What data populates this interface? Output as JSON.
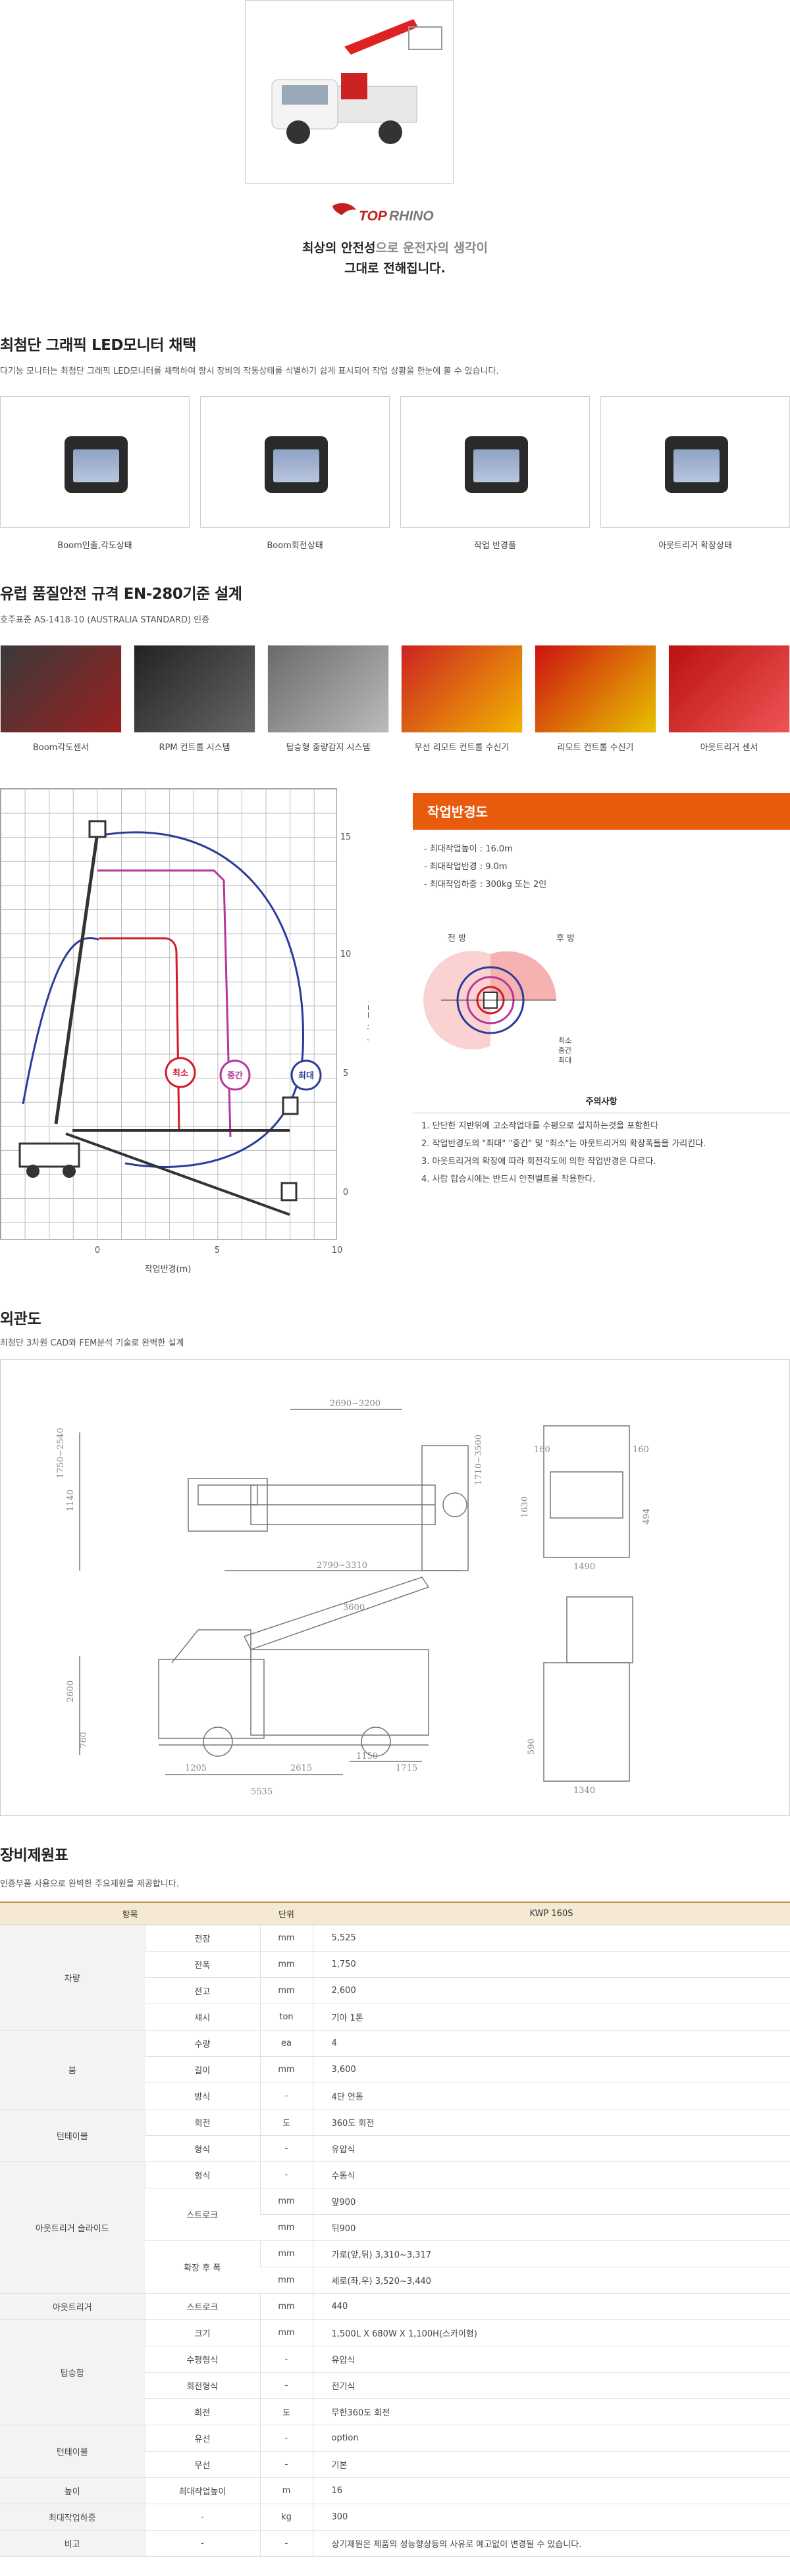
{
  "brand": {
    "logo_text": "TOPRHINO"
  },
  "slogan": {
    "line1_a": "최상의 안전성",
    "line1_b": "으로 운전자의 생각이",
    "line2": "그대로 전해집니다."
  },
  "monitor": {
    "title": "최첨단 그래픽 LED모니터 채택",
    "desc": "다기능 모니터는 최첨단 그래픽 LED모니터를 채택하여 항시 장비의 작동상태를 식별하기 쉽게 표시되어 작업 상황을 한눈에 볼 수 있습니다.",
    "items": [
      "Boom인출,각도상태",
      "Boom회전상태",
      "작업 반경풀",
      "아웃트리거 확장상태"
    ]
  },
  "safety": {
    "title": "유럽 품질안전 규격 EN-280기준 설계",
    "desc": "호주표준 AS-1418-10 (AUSTRALIA STANDARD) 인증",
    "items": [
      "Boom각도센서",
      "RPM 컨트롤 시스템",
      "탑승형 중량감지 시스템",
      "무선 리모트 컨트롤 수신기",
      "리모트 컨트롤 수신기",
      "아웃트리거 센서"
    ]
  },
  "workchart": {
    "y_ticks": [
      "15",
      "10",
      "5",
      "0"
    ],
    "x_ticks": [
      "0",
      "5",
      "10"
    ],
    "ylabel": "작업높이(m)",
    "xlabel": "작업반경(m)",
    "labels": [
      "최소",
      "중간",
      "최대"
    ]
  },
  "chart_data": {
    "type": "diagram",
    "xlabel": "작업반경(m)",
    "ylabel": "작업높이(m)",
    "x_ticks": [
      0,
      5,
      10
    ],
    "y_ticks": [
      0,
      5,
      10,
      15
    ],
    "series": [
      {
        "name": "최소"
      },
      {
        "name": "중간"
      },
      {
        "name": "최대"
      }
    ]
  },
  "workrange": {
    "title": "작업반경도",
    "specs": [
      "- 최대작업높이 : 16.0m",
      "- 최대작업반경 : 9.0m",
      "- 최대작업하중 : 300kg 또는 2인"
    ],
    "front": "전 방",
    "rear": "후 방",
    "legend": [
      "최소",
      "중간",
      "최대"
    ],
    "notes_title": "주의사항",
    "notes": [
      "1. 단단한 지반위에 고소작업대를 수평으로 설치하는것을 포함한다",
      "2. 작업반경도의 \"최대\" \"중간\" 및 \"최소\"는 아웃트리거의 확장폭들을 가리킨다.",
      "3. 아웃트리거의 확장에 따라 회전각도에 의한 작업반경은 다르다.",
      "4. 사람 탑승시에는 반드시 안전벨트를 착용한다."
    ]
  },
  "drawing": {
    "title": "외관도",
    "desc": "최첨단 3차원 CAD와 FEM분석 기술로 완벽한 설계",
    "dims": [
      "2690~3200",
      "2790~3310",
      "1750~2540",
      "1140",
      "1710~3500",
      "2600",
      "760",
      "3600",
      "1205",
      "2615",
      "5535",
      "1150",
      "1715",
      "1490",
      "1340",
      "1630",
      "590",
      "160",
      "160",
      "494"
    ]
  },
  "table": {
    "title": "장비제원표",
    "desc": "인증부품 사용으로 완벽한 주요제원을 제공합니다.",
    "headers": [
      "항목",
      "단위",
      "KWP 160S"
    ],
    "rows": [
      {
        "cat": "차량",
        "item": "전장",
        "unit": "mm",
        "val": "5,525"
      },
      {
        "cat": "",
        "item": "전폭",
        "unit": "mm",
        "val": "1,750"
      },
      {
        "cat": "",
        "item": "전고",
        "unit": "mm",
        "val": "2,600"
      },
      {
        "cat": "",
        "item": "섀시",
        "unit": "ton",
        "val": "기아 1톤"
      },
      {
        "cat": "붐",
        "item": "수량",
        "unit": "ea",
        "val": "4"
      },
      {
        "cat": "",
        "item": "길이",
        "unit": "mm",
        "val": "3,600"
      },
      {
        "cat": "",
        "item": "방식",
        "unit": "-",
        "val": "4단 연동"
      },
      {
        "cat": "턴테이블",
        "item": "회전",
        "unit": "도",
        "val": "360도 회전"
      },
      {
        "cat": "",
        "item": "형식",
        "unit": "-",
        "val": "유압식"
      },
      {
        "cat": "아웃트리거 슬라이드",
        "item": "형식",
        "unit": "-",
        "val": "수동식"
      },
      {
        "cat": "",
        "item": "스트로크",
        "unit": "mm",
        "val": "앞900"
      },
      {
        "cat": "",
        "item": "",
        "unit": "mm",
        "val": "뒤900"
      },
      {
        "cat": "",
        "item": "확장 후 폭",
        "unit": "mm",
        "val": "가로(앞,뒤) 3,310~3,317"
      },
      {
        "cat": "",
        "item": "",
        "unit": "mm",
        "val": "세로(좌,우) 3,520~3,440"
      },
      {
        "cat": "아웃트리거",
        "item": "스트로크",
        "unit": "mm",
        "val": "440"
      },
      {
        "cat": "탑승함",
        "item": "크기",
        "unit": "mm",
        "val": "1,500L X 680W X 1,100H(스카이형)"
      },
      {
        "cat": "",
        "item": "수평형식",
        "unit": "-",
        "val": "유압식"
      },
      {
        "cat": "",
        "item": "회전형식",
        "unit": "-",
        "val": "전기식"
      },
      {
        "cat": "",
        "item": "회전",
        "unit": "도",
        "val": "무한360도 회전"
      },
      {
        "cat": "턴테이블",
        "item": "유선",
        "unit": "-",
        "val": "option"
      },
      {
        "cat": "",
        "item": "무선",
        "unit": "-",
        "val": "기본"
      },
      {
        "cat": "높이",
        "item": "최대작업높이",
        "unit": "m",
        "val": "16"
      },
      {
        "cat": "최대작업하중",
        "item": "-",
        "unit": "kg",
        "val": "300"
      },
      {
        "cat": "비고",
        "item": "-",
        "unit": "-",
        "val": "상기제원은 제품의 성능향상등의 사유로 예고없이 변경될 수 있습니다."
      }
    ]
  }
}
